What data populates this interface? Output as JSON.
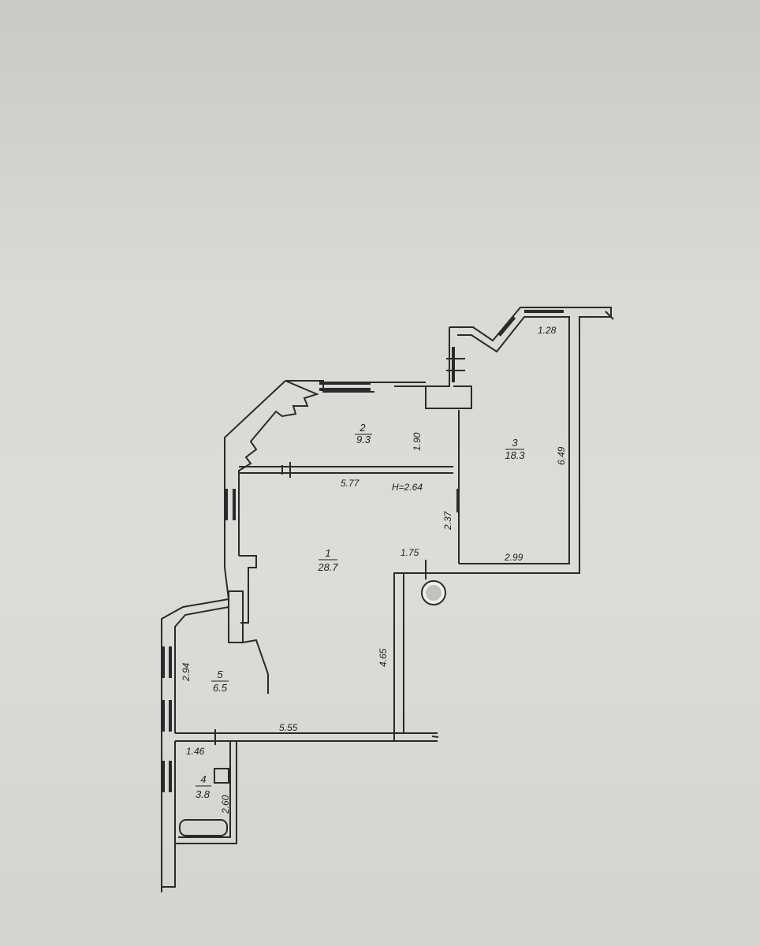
{
  "rooms": [
    {
      "number": "1",
      "area": "28.7"
    },
    {
      "number": "2",
      "area": "9.3"
    },
    {
      "number": "3",
      "area": "18.3"
    },
    {
      "number": "4",
      "area": "3.8"
    },
    {
      "number": "5",
      "area": "6.5"
    }
  ],
  "ceiling_height": "H=2.64",
  "dimensions": {
    "d_1_28": "1.28",
    "d_6_49": "6.49",
    "d_1_90": "1.90",
    "d_5_77": "5.77",
    "d_2_37": "2.37",
    "d_1_75": "1.75",
    "d_2_99": "2.99",
    "d_4_65": "4.65",
    "d_2_94": "2.94",
    "d_5_55": "5.55",
    "d_1_46": "1.46",
    "d_2_60": "2.60"
  }
}
